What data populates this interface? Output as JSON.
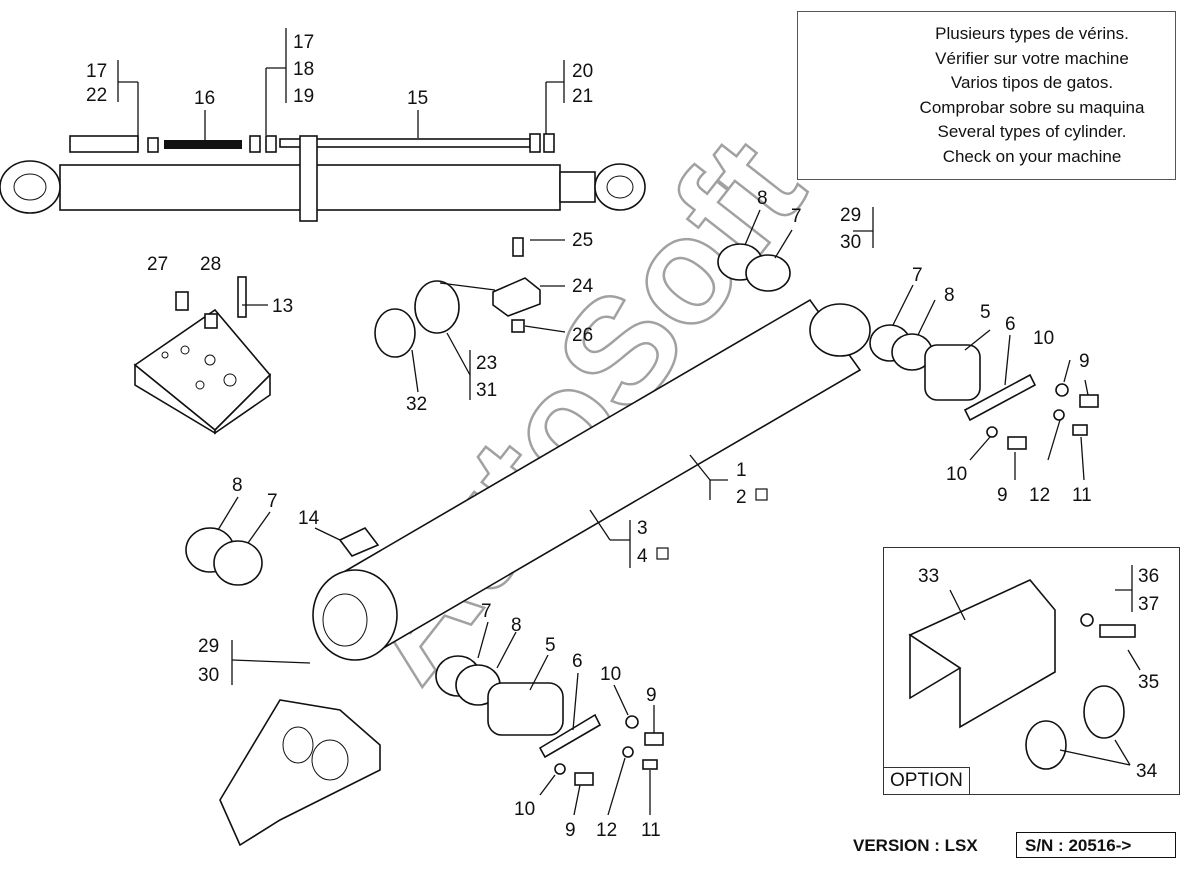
{
  "warning_notice": {
    "icon": "warning-triangle-icon",
    "lines": [
      "Plusieurs types de vérins.",
      "Vérifier sur votre machine",
      "Varios tipos de gatos.",
      "Comprobar sobre su maquina",
      "Several types of cylinder.",
      "Check on your machine"
    ]
  },
  "callouts": {
    "c17a": "17",
    "c22a": "22",
    "c16": "16",
    "c17b": "17",
    "c18": "18",
    "c19": "19",
    "c15": "15",
    "c20": "20",
    "c21": "21",
    "c27": "27",
    "c28": "28",
    "c13": "13",
    "c25": "25",
    "c24": "24",
    "c26": "26",
    "c23": "23",
    "c31": "31",
    "c32": "32",
    "c8a": "8",
    "c7a": "7",
    "c29a": "29",
    "c30a": "30",
    "c7b": "7",
    "c8b": "8",
    "c5a": "5",
    "c6a": "6",
    "c10a": "10",
    "c9a": "9",
    "c10b": "10",
    "c9b": "9",
    "c12a": "12",
    "c11a": "11",
    "c1": "1",
    "c2": "2",
    "c3": "3",
    "c4": "4",
    "c8c": "8",
    "c7c": "7",
    "c14": "14",
    "c29b": "29",
    "c30b": "30",
    "c7d": "7",
    "c8d": "8",
    "c5b": "5",
    "c6b": "6",
    "c10c": "10",
    "c9c": "9",
    "c10d": "10",
    "c9d": "9",
    "c12b": "12",
    "c11b": "11",
    "c33": "33",
    "c36": "36",
    "c37": "37",
    "c35": "35",
    "c34": "34"
  },
  "option_label": "OPTION",
  "watermark": "AutoSoft",
  "footer": {
    "version": "VERSION : LSX",
    "serial": "S/N : 20516->"
  }
}
